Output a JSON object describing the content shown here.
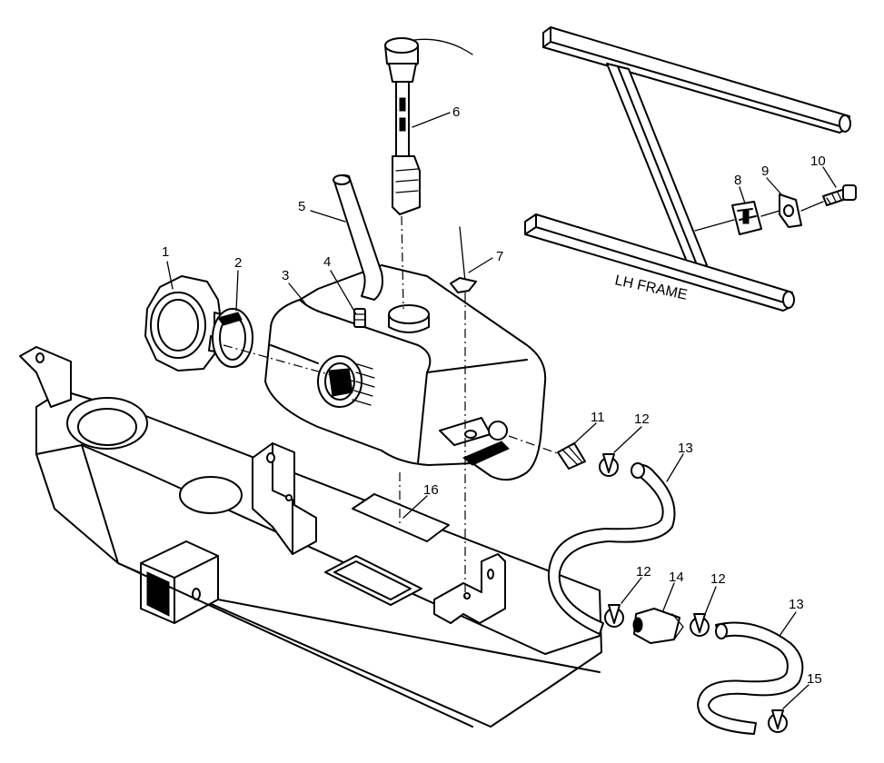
{
  "frame_label": "LH FRAME",
  "callouts": [
    {
      "id": "1",
      "text": "1"
    },
    {
      "id": "2",
      "text": "2"
    },
    {
      "id": "3",
      "text": "3"
    },
    {
      "id": "4",
      "text": "4"
    },
    {
      "id": "5",
      "text": "5"
    },
    {
      "id": "6",
      "text": "6"
    },
    {
      "id": "7",
      "text": "7"
    },
    {
      "id": "8",
      "text": "8"
    },
    {
      "id": "9",
      "text": "9"
    },
    {
      "id": "10",
      "text": "10"
    },
    {
      "id": "11",
      "text": "11"
    },
    {
      "id": "12a",
      "text": "12"
    },
    {
      "id": "12b",
      "text": "12"
    },
    {
      "id": "12c",
      "text": "12"
    },
    {
      "id": "13a",
      "text": "13"
    },
    {
      "id": "13b",
      "text": "13"
    },
    {
      "id": "14",
      "text": "14"
    },
    {
      "id": "15",
      "text": "15"
    },
    {
      "id": "16",
      "text": "16"
    }
  ]
}
